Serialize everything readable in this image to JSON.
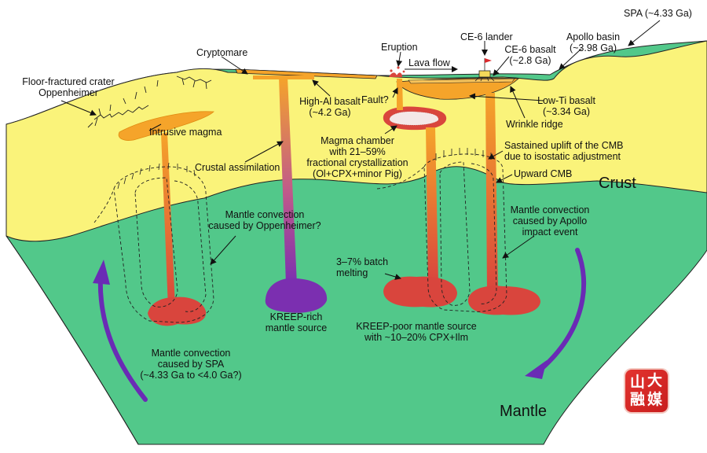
{
  "labels": {
    "spa": "SPA (~4.33 Ga)",
    "apollo_basin_1": "Apollo basin",
    "apollo_basin_2": "(~3.98 Ga)",
    "ce6_lander": "CE-6 lander",
    "ce6_basalt_1": "CE-6 basalt",
    "ce6_basalt_2": "(~2.8 Ga)",
    "eruption": "Eruption",
    "lava_flow": "Lava flow",
    "cryptomare": "Cryptomare",
    "floor_crater_1": "Floor-fractured crater",
    "floor_crater_2": "Oppenheimer",
    "high_al_1": "High-Al basalt",
    "high_al_2": "(~4.2 Ga)",
    "fault": "Fault?",
    "low_ti_1": "Low-Ti basalt",
    "low_ti_2": "(~3.34 Ga)",
    "wrinkle_ridge": "Wrinkle ridge",
    "intrusive_magma": "Intrusive magma",
    "magma_chamber_1": "Magma chamber",
    "magma_chamber_2": "with 21–59%",
    "magma_chamber_3": "fractional crystallization",
    "magma_chamber_4": "(Ol+CPX+minor Pig)",
    "uplift_1": "Sastained uplift of the CMB",
    "uplift_2": "due to isostatic adjustment",
    "upward_cmb": "Upward CMB",
    "crustal_assimilation": "Crustal assimilation",
    "crust": "Crust",
    "mantle_conv_opp_1": "Mantle convection",
    "mantle_conv_opp_2": "caused by Oppenheimer?",
    "mantle_conv_apollo_1": "Mantle convection",
    "mantle_conv_apollo_2": "caused by Apollo",
    "mantle_conv_apollo_3": "impact event",
    "batch_melting_1": "3–7% batch",
    "batch_melting_2": "melting",
    "kreep_rich_1": "KREEP-rich",
    "kreep_rich_2": "mantle source",
    "kreep_poor_1": "KREEP-poor mantle source",
    "kreep_poor_2": "with ~10–20% CPX+Ilm",
    "mantle_conv_spa_1": "Mantle convection",
    "mantle_conv_spa_2": "caused by SPA",
    "mantle_conv_spa_3": "(~4.33 Ga to <4.0 Ga?)",
    "mantle": "Mantle"
  },
  "logo": {
    "char_1": "山",
    "char_2": "大",
    "char_3": "融",
    "char_4": "媒"
  },
  "colors": {
    "crust": "#faf37a",
    "mantle": "#52c88a",
    "basalt": "#f5a42a",
    "magma": "#f08a1c",
    "mantle_source_red": "#d9453d",
    "kreep_rich_purple": "#7b2fb0",
    "convection_arrow": "#6a2bb5",
    "logo": "#d9282c"
  }
}
